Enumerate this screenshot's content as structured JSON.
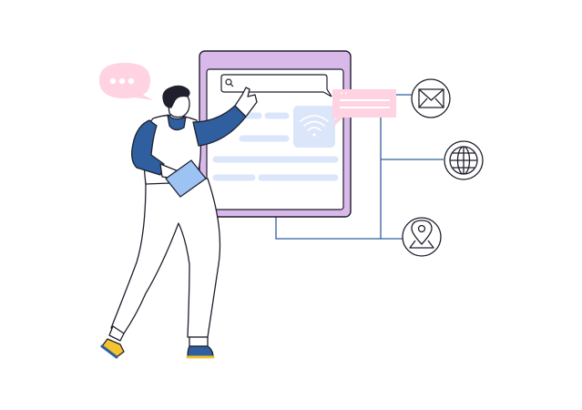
{
  "illustration": {
    "speech_bubble": {
      "icon": "ellipsis-icon"
    },
    "screen": {
      "search_bar": {
        "icon": "search-icon",
        "placeholder": ""
      },
      "wifi_tile": {
        "icon": "wifi-icon"
      }
    },
    "notification_card": {
      "icon": "message-card-icon"
    },
    "network_nodes": [
      {
        "name": "mail",
        "icon": "envelope-icon"
      },
      {
        "name": "web",
        "icon": "globe-icon"
      },
      {
        "name": "location",
        "icon": "location-pin-icon"
      }
    ],
    "person": {
      "holding": "tablet-icon"
    }
  },
  "colors": {
    "outline": "#1f1f2e",
    "screen_frame": "#d9b8ea",
    "screen_bg": "#ffffff",
    "skeleton": "#dbe6fb",
    "wifi_tile": "#dbe6fb",
    "bubble_pink": "#ffd3e1",
    "shirt_blue": "#2f5f9e",
    "tablet_blue": "#9cc3f2",
    "shoe_yellow": "#f4c430",
    "shoe_blue": "#2f5f9e",
    "connector_line": "#2f5f9e",
    "skin": "#ffffff",
    "hair": "#1f1f2e"
  }
}
